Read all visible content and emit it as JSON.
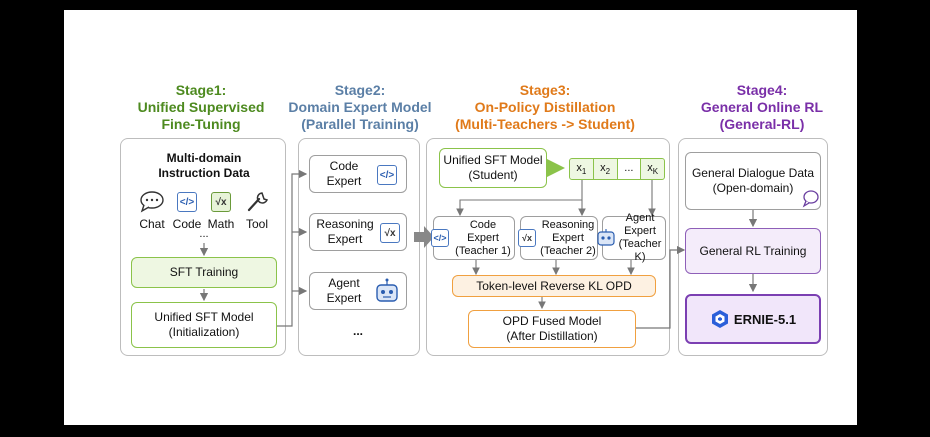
{
  "colors": {
    "stage1": "#4d8a1f",
    "stage2": "#5b7fa6",
    "stage3": "#e07a1a",
    "stage4": "#7a2fa8"
  },
  "stages": {
    "s1_title": "Stage1:\nUnified Supervised\nFine-Tuning",
    "s2_title": "Stage2:\nDomain Expert Model\n(Parallel Training)",
    "s3_title": "Stage3:\nOn-Policy Distillation\n(Multi-Teachers -> Student)",
    "s4_title": "Stage4:\nGeneral Online RL\n(General-RL)"
  },
  "stage1": {
    "data_title": "Multi-domain\nInstruction Data",
    "domains": [
      "Chat",
      "Code",
      "Math",
      "Tool"
    ],
    "ellipsis": "...",
    "sft_training": "SFT Training",
    "init_model": "Unified SFT Model\n(Initialization)"
  },
  "stage2": {
    "experts": [
      "Code\nExpert",
      "Reasoning\nExpert",
      "Agent\nExpert"
    ],
    "ellipsis": "..."
  },
  "stage3": {
    "student": "Unified SFT Model\n(Student)",
    "tokens": [
      "x1",
      "x2",
      "...",
      "xK"
    ],
    "teachers": [
      "Code\nExpert\n(Teacher 1)",
      "Reasoning\nExpert\n(Teacher 2)",
      "Agent\nExpert\n(Teacher K)"
    ],
    "opd": "Token-level Reverse KL OPD",
    "fused": "OPD Fused Model\n(After Distillation)"
  },
  "stage4": {
    "dialogue_data": "General Dialogue Data\n(Open-domain)",
    "rl_training": "General RL Training",
    "final_model": "ERNIE-5.1"
  },
  "icons": {
    "chat": "speech-bubble-icon",
    "code": "code-brackets-icon",
    "math": "sqrt-x-icon",
    "tool": "wrench-icon",
    "agent": "robot-icon",
    "ernie": "ernie-logo-icon"
  }
}
